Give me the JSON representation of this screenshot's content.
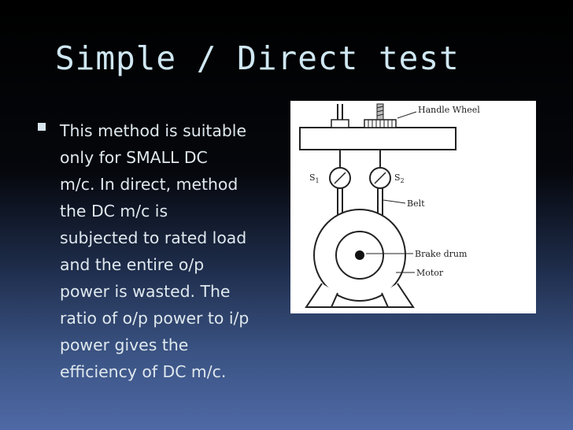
{
  "slide": {
    "title": "Simple / Direct test",
    "bullet_lines": [
      "This method is suitable",
      "only for SMALL DC",
      "m/c. In direct, method",
      "the DC  m/c is",
      "subjected to rated load",
      "and  the entire  o/p",
      "power is wasted. The",
      "ratio of o/p power to i/p",
      "power gives the",
      "efficiency of DC m/c."
    ]
  },
  "figure": {
    "labels": {
      "handle_wheel": "Handle Wheel",
      "s1": "S",
      "s1_sub": "1",
      "s2": "S",
      "s2_sub": "2",
      "belt": "Belt",
      "brake_drum": "Brake drum",
      "motor": "Motor"
    }
  }
}
